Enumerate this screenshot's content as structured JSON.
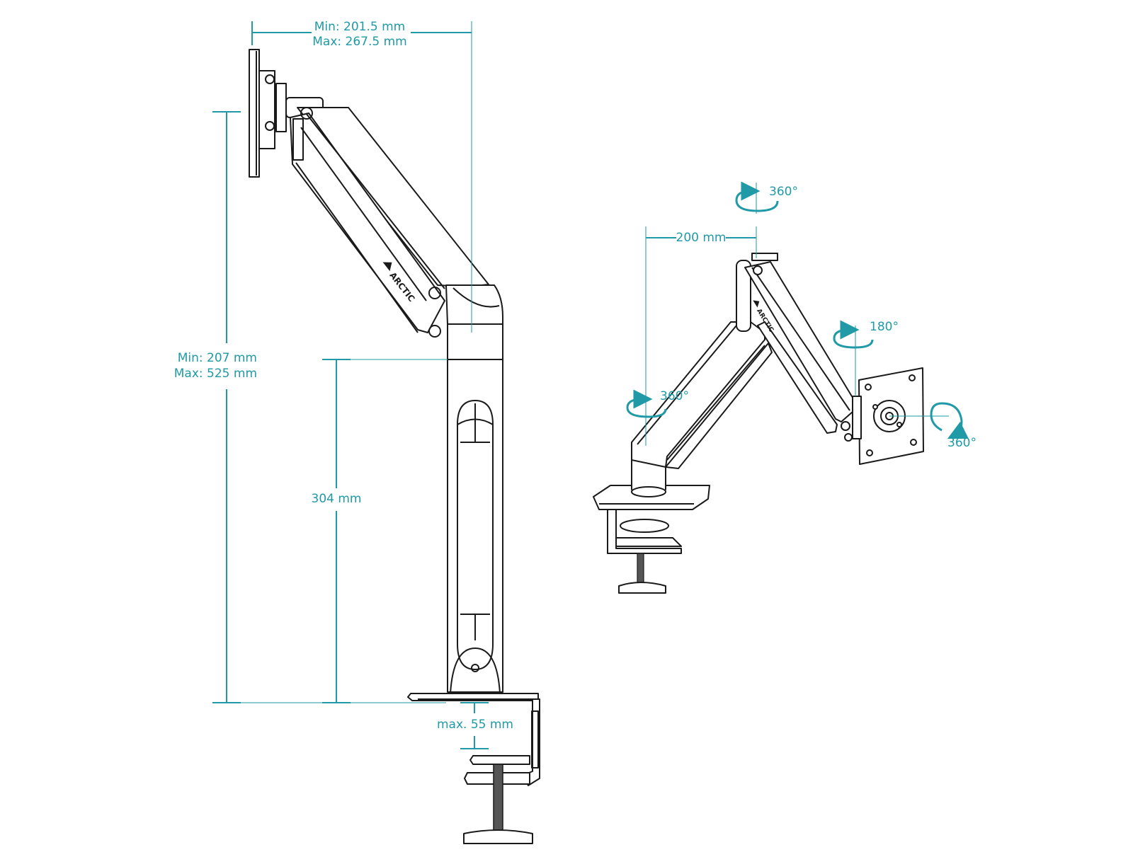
{
  "colors": {
    "dimension": "#1f9aa6",
    "linework": "#1a1a1a",
    "background": "#ffffff"
  },
  "brand": {
    "logo_text": "ARCTIC"
  },
  "side_view": {
    "width_dimension": {
      "min": "Min: 201.5 mm",
      "max": "Max: 267.5 mm"
    },
    "height_dimension": {
      "min": "Min: 207 mm",
      "max": "Max: 525 mm"
    },
    "pole_height": "304 mm",
    "clamp_thickness": "max. 55 mm"
  },
  "perspective_view": {
    "arm_offset": "200 mm",
    "top_joint_rotation": "360°",
    "tilt_rotation": "180°",
    "base_rotation": "360°",
    "vesa_rotation": "360°"
  }
}
